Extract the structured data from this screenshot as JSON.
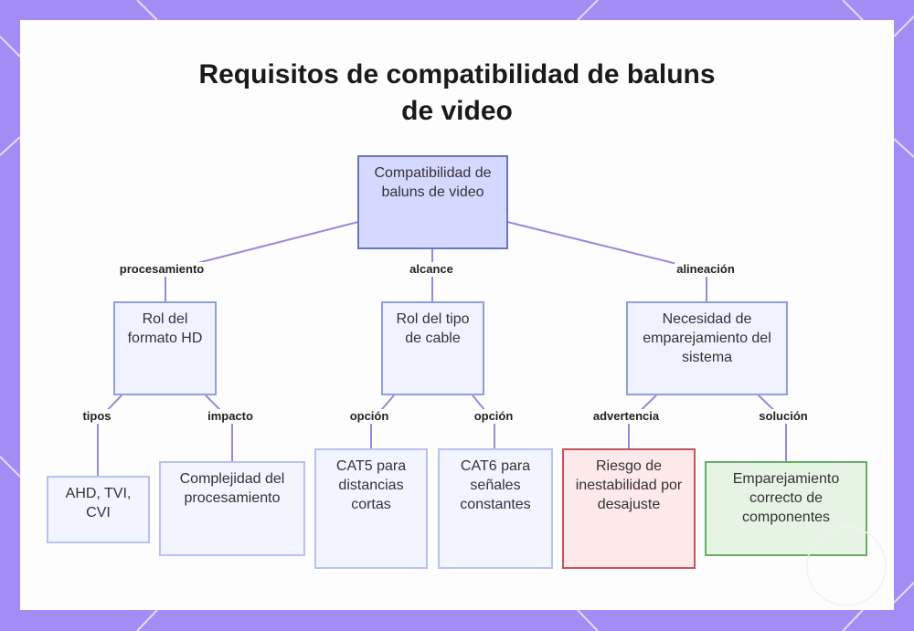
{
  "title": "Requisitos de compatibilidad de baluns de video",
  "nodes": {
    "root": "Compatibilidad de baluns de video",
    "hd": "Rol del formato HD",
    "cable": "Rol del tipo de cable",
    "system": "Necesidad de emparejamiento del sistema",
    "formats": "AHD, TVI, CVI",
    "complexity": "Complejidad del procesamiento",
    "cat5": "CAT5 para distancias cortas",
    "cat6": "CAT6 para señales constantes",
    "risk": "Riesgo de inestabilidad por desajuste",
    "match": "Emparejamiento correcto de componentes"
  },
  "edges": {
    "procesamiento": "procesamiento",
    "alcance": "alcance",
    "alineacion": "alineación",
    "tipos": "tipos",
    "impacto": "impacto",
    "opcion1": "opción",
    "opcion2": "opción",
    "advertencia": "advertencia",
    "solucion": "solución"
  },
  "colors": {
    "background": "#a58cf5",
    "edge": "#9d86d8",
    "root_fill": "#d6d9ff",
    "warning_border": "#c7535d",
    "solution_border": "#67ad65"
  }
}
